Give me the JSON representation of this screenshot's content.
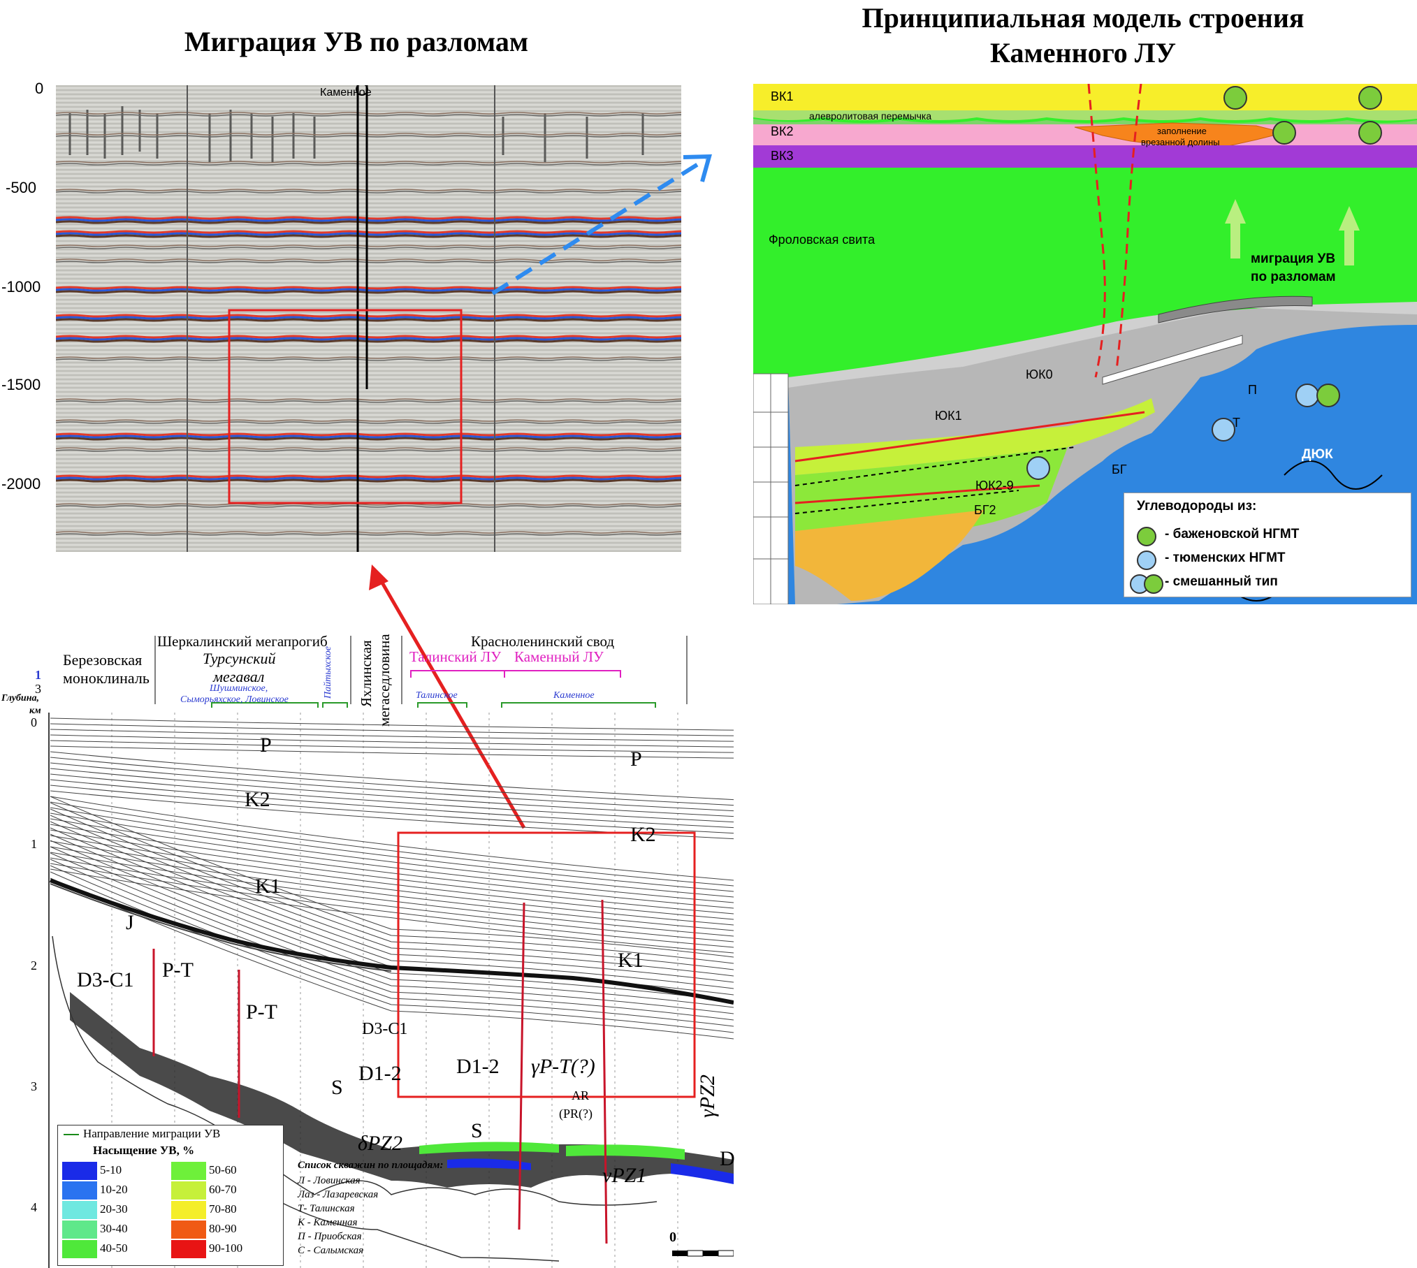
{
  "titles": {
    "left": "Миграция УВ по разломам",
    "right_line1": "Принципиальная модель строения",
    "right_line2": "Каменного ЛУ"
  },
  "seismic": {
    "depth_ticks": [
      "0",
      "-500",
      "-1000",
      "-1500",
      "-2000"
    ],
    "well_label": "Каменное"
  },
  "model": {
    "layers": {
      "vk1": "ВК1",
      "aleuro": "алевролитовая перемычка",
      "vk2": "ВК2",
      "valley_1": "заполнение",
      "valley_2": "врезанной долины",
      "vk3": "ВК3",
      "frolov": "Фроловская свита",
      "migration_1": "миграция УВ",
      "migration_2": "по разломам",
      "yuk0": "ЮК0",
      "p": "П",
      "yuk1": "ЮК1",
      "t": "Т",
      "duk": "ДЮК",
      "bg": "БГ",
      "yuk29": "ЮК2-9",
      "bg2": "БГ2"
    },
    "legend": {
      "title": "Углеводороды из:",
      "items": [
        "- баженовской НГМТ",
        "- тюменских НГМТ",
        "- смешанный тип"
      ]
    },
    "colors": {
      "bazhenov": "#7ccc3c",
      "tyumen": "#9fd0f5",
      "vk1": "#f7ee2a",
      "vk2": "#f7a8cf",
      "vk3": "#a23ad6",
      "frolov": "#33ef2b",
      "basement": "#2f86e0"
    }
  },
  "section": {
    "header": {
      "berez_1": "Березовская",
      "berez_2": "моноклиналь",
      "sherk": "Шеркалинский мегапрогиб",
      "tursun_1": "Турсунский",
      "tursun_2": "мегавал",
      "fields_1": "Шушминское,",
      "fields_2": "Сыморьяхское, Ловинское",
      "paityakh": "Пайтыхское",
      "yakhlin_1": "Яхлинская",
      "yakhlin_2": "мегаседловина",
      "krasnolen": "Красноленинский свод",
      "talin_lu": "Талинский ЛУ",
      "kamen_lu": "Каменный ЛУ",
      "talin_field": "Талинское",
      "kamen_field": "Каменное",
      "idx_1": "1",
      "idx_3": "3",
      "depth_1": "Глубина,",
      "depth_2": "км"
    },
    "depth_ticks": [
      "0",
      "1",
      "2",
      "3",
      "4"
    ],
    "units": [
      "P",
      "K2",
      "K1",
      "J",
      "D3-C1",
      "P-T",
      "P-T",
      "D3-C1",
      "S",
      "D1-2",
      "D1-2",
      "γP-T(?)",
      "AR",
      "(PR(?)",
      "S",
      "δPZ2",
      "νPZ1",
      "γPZ2",
      "P",
      "K2",
      "K1",
      "D"
    ],
    "legend": {
      "migration": "Направление миграции УВ",
      "saturation": "Насыщение УВ, %",
      "bins": [
        {
          "label": "5-10",
          "color": "#1a2be8"
        },
        {
          "label": "10-20",
          "color": "#2a73f0"
        },
        {
          "label": "20-30",
          "color": "#6fe8e0"
        },
        {
          "label": "30-40",
          "color": "#5fe88a"
        },
        {
          "label": "40-50",
          "color": "#4fe83a"
        },
        {
          "label": "50-60",
          "color": "#6ef03a"
        },
        {
          "label": "60-70",
          "color": "#c6f03a"
        },
        {
          "label": "70-80",
          "color": "#f4ee2a"
        },
        {
          "label": "80-90",
          "color": "#f05a14"
        },
        {
          "label": "90-100",
          "color": "#e81414"
        }
      ]
    },
    "wells": {
      "title": "Список скважин по площадям:",
      "items": [
        "Л - Ловинская",
        "Лаз - Лазаревская",
        "Т- Талинская",
        "К - Каменная",
        "П - Приобская",
        "С - Салымская"
      ]
    },
    "scale_zero": "0"
  }
}
